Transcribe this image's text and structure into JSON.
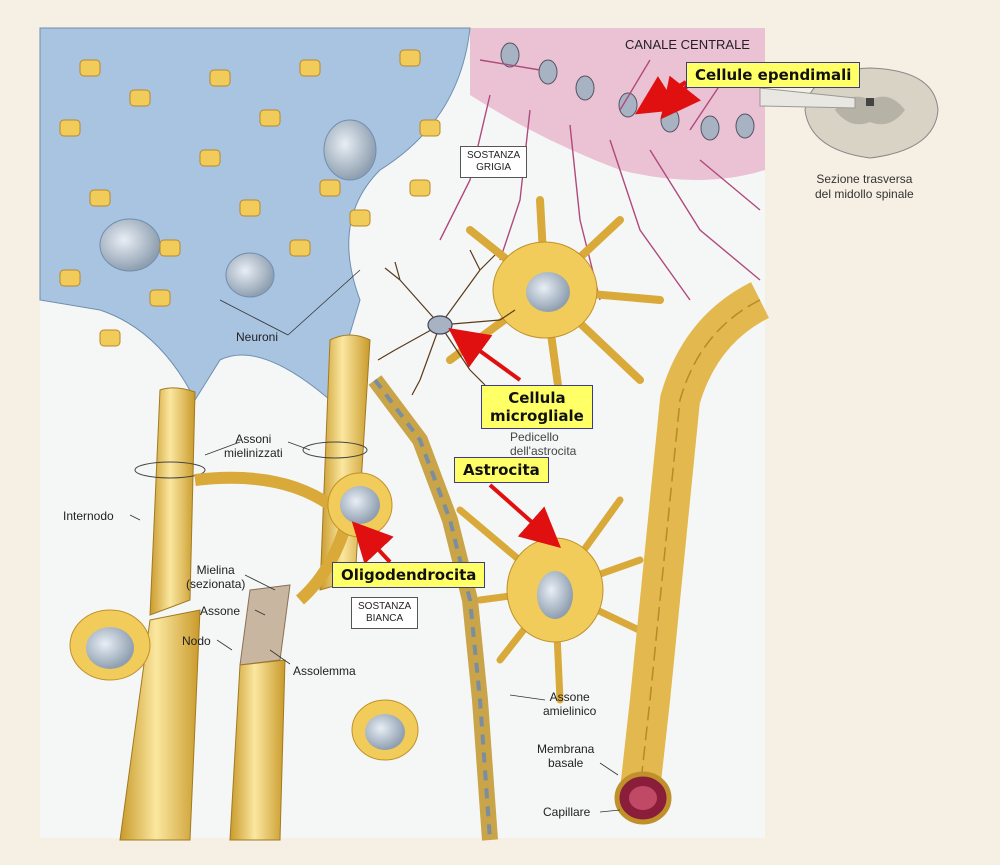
{
  "callouts": {
    "ependymal": "Cellule ependimali",
    "microglial_line1": "Cellula",
    "microglial_line2": "microgliale",
    "astrocyte": "Astrocita",
    "oligodendrocyte": "Oligodendrocita"
  },
  "labels": {
    "central_canal": "CANALE CENTRALE",
    "grey_matter_line1": "SOSTANZA",
    "grey_matter_line2": "GRIGIA",
    "white_matter_line1": "SOSTANZA",
    "white_matter_line2": "BIANCA",
    "neurons": "Neuroni",
    "myelinated_axons_line1": "Assoni",
    "myelinated_axons_line2": "mielinizzati",
    "internode": "Internodo",
    "myelin_line1": "Mielina",
    "myelin_line2": "(sezionata)",
    "axon": "Assone",
    "node": "Nodo",
    "axolemma": "Assolemma",
    "astrocyte_foot_line1": "Pedicello",
    "astrocyte_foot_line2": "dell'astrocita",
    "unmyelinated_axon_line1": "Assone",
    "unmyelinated_axon_line2": "amielinico",
    "basal_membrane_line1": "Membrana",
    "basal_membrane_line2": "basale",
    "capillary": "Capillare"
  },
  "inset": {
    "caption_line1": "Sezione trasversa",
    "caption_line2": "del midollo spinale"
  },
  "colors": {
    "glia_yellow": "#f2cc5a",
    "neuron_blue": "#a9c4e0",
    "ependymal_pink": "#e6a6c3",
    "arrow_red": "#e01010",
    "callout_bg": "#ffff66"
  }
}
